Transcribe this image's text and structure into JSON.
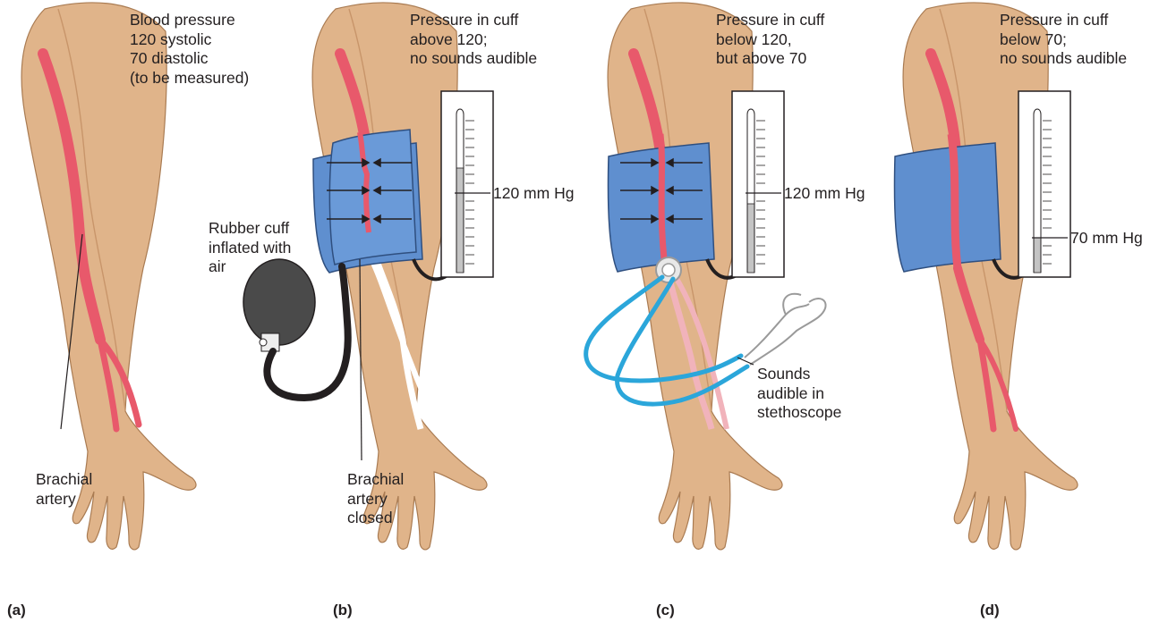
{
  "panels": [
    {
      "id": "a",
      "label": "(a)",
      "caption": "Blood pressure\n120 systolic\n70 diastolic\n(to be measured)",
      "callouts": [
        "Brachial\nartery"
      ]
    },
    {
      "id": "b",
      "label": "(b)",
      "caption": "Pressure in cuff\nabove 120;\nno sounds audible",
      "callouts": [
        "Rubber cuff\ninflated with\nair",
        "Brachial\nartery\nclosed"
      ],
      "gauge_reading": "120 mm Hg",
      "gauge_level_mmhg": 120
    },
    {
      "id": "c",
      "label": "(c)",
      "caption": "Pressure in cuff\nbelow 120,\nbut above 70",
      "callouts": [
        "Sounds\naudible in\nstethoscope"
      ],
      "gauge_reading": "120 mm Hg",
      "gauge_level_mmhg": 100
    },
    {
      "id": "d",
      "label": "(d)",
      "caption": "Pressure in cuff\nbelow 70;\nno sounds audible",
      "callouts": [],
      "gauge_reading": "70 mm Hg",
      "gauge_level_mmhg": 70
    }
  ],
  "colors": {
    "skin": "#e0b48a",
    "skin_edge": "#a97b52",
    "artery": "#e8596b",
    "cuff": "#5f8fcf",
    "cuff_edge": "#2f4f7f",
    "stethoscope": "#2ba6da",
    "mercury": "#c4c4c4",
    "bulb": "#4a4a4a"
  }
}
